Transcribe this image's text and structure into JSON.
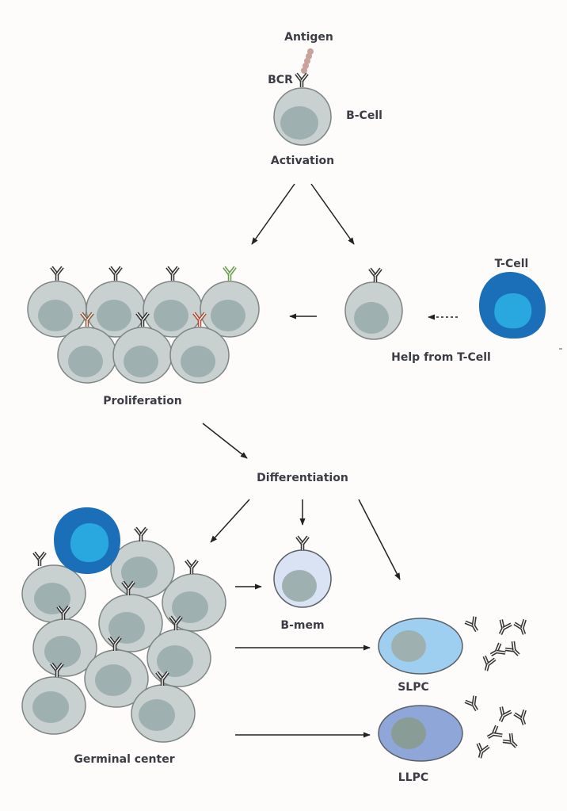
{
  "labels": {
    "antigen": "Antigen",
    "bcr": "BCR",
    "b_cell": "B-Cell",
    "activation": "Activation",
    "t_cell": "T-Cell",
    "help_from_t_cell": "Help from T-Cell",
    "proliferation": "Proliferation",
    "differentiation": "Differentiation",
    "b_mem": "B-mem",
    "germinal_center": "Germinal center",
    "slpc": "SLPC",
    "llpc": "LLPC"
  },
  "colors": {
    "background": "#fdfcfa",
    "b_cell_fill": "#c9d0d0",
    "b_cell_nucleus": "#9fb0b0",
    "cell_outline": "#7d8585",
    "t_cell_outer": "#1a6fb8",
    "t_cell_inner": "#29a8e0",
    "b_mem_fill": "#d9e3f3",
    "slpc_fill": "#9fcff0",
    "llpc_fill": "#8fa6d8",
    "antigen": "#c9a29c",
    "receptor": "#333333",
    "receptor_green": "#6b9a4c",
    "receptor_brown": "#8a5a3b",
    "receptor_red": "#b84a35",
    "text": "#3c3c46",
    "arrow": "#222222"
  },
  "icons": [
    "antibody-y-icon",
    "antigen-chain-icon",
    "arrow-icon",
    "dashed-arrow-icon"
  ]
}
